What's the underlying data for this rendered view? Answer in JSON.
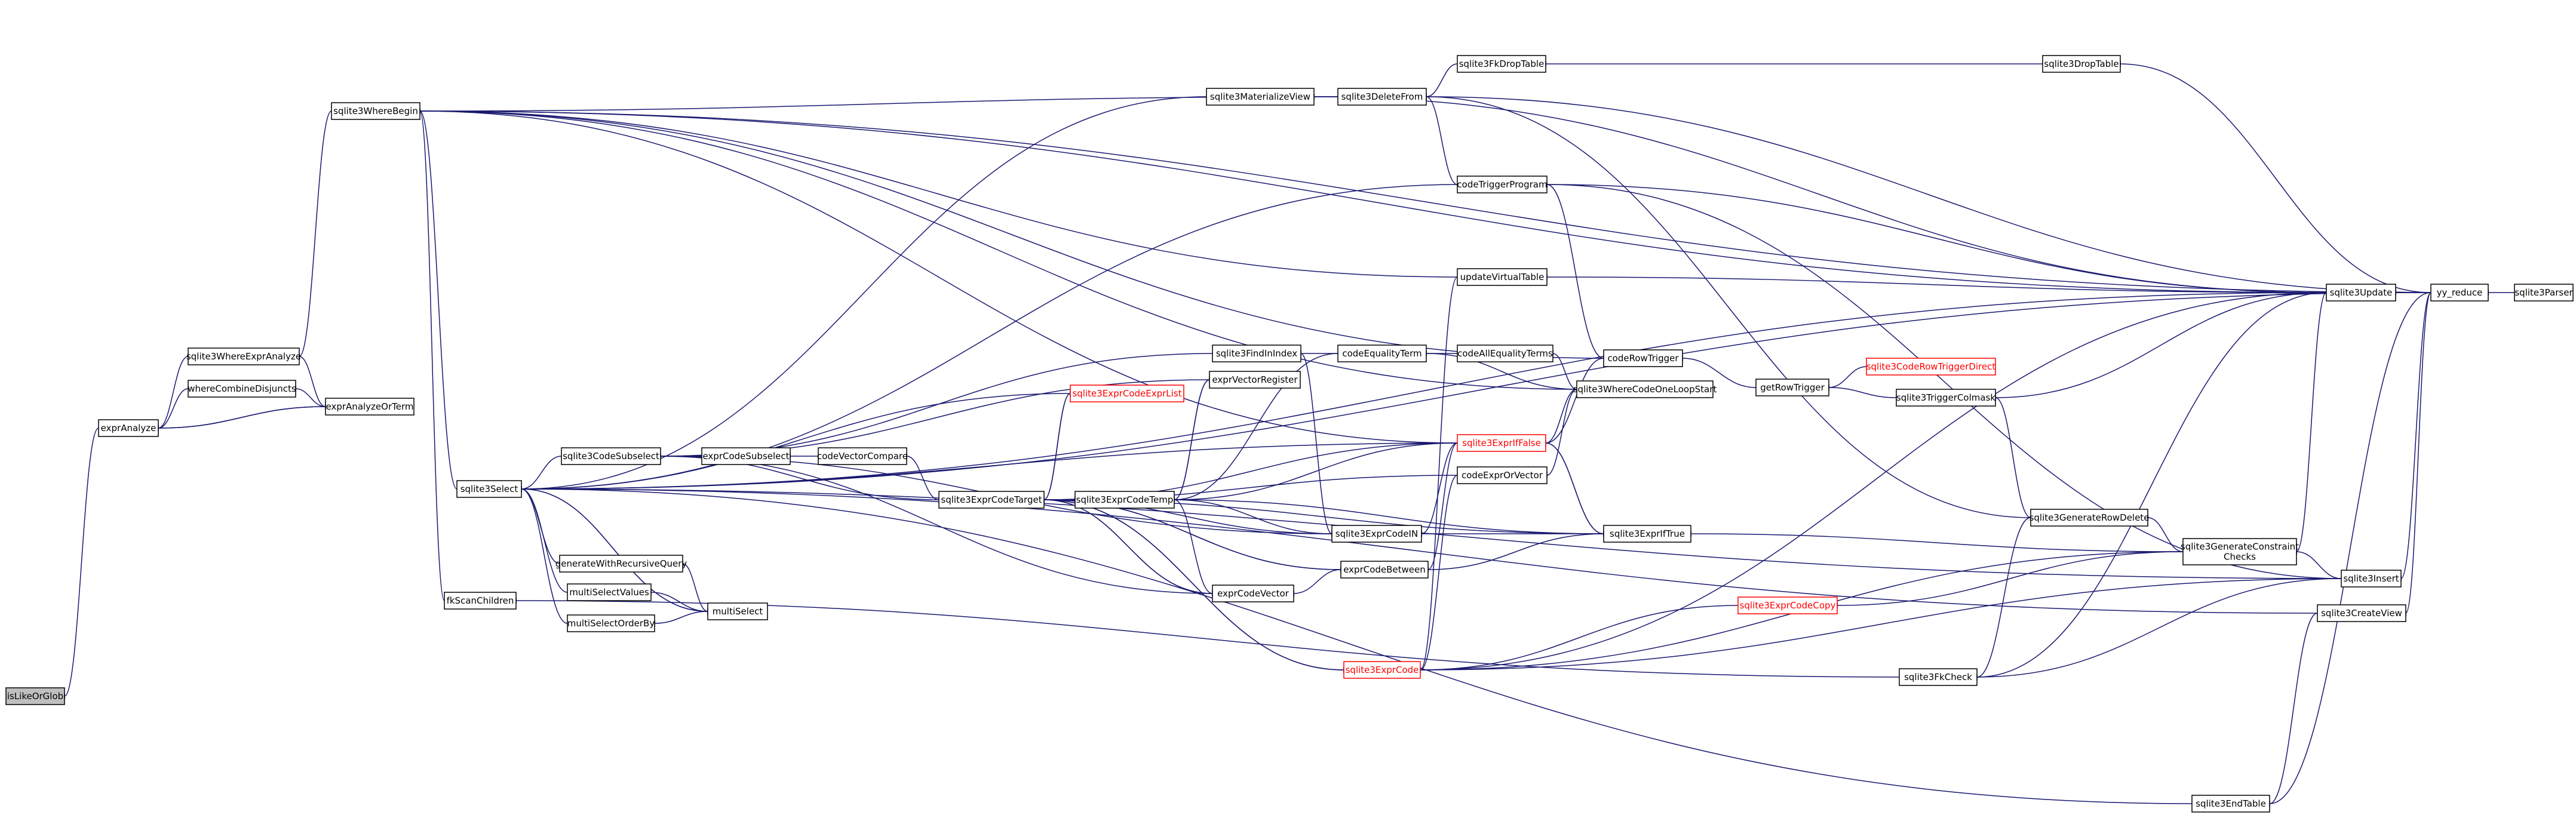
{
  "graph": {
    "title": "",
    "root": "isLikeOrGlob",
    "nodes": [
      {
        "id": "isLikeOrGlob",
        "label": "isLikeOrGlob"
      },
      {
        "id": "exprAnalyze",
        "label": "exprAnalyze"
      },
      {
        "id": "sqlite3WhereExprAnalyze",
        "label": "sqlite3WhereExprAnalyze"
      },
      {
        "id": "whereCombineDisjuncts",
        "label": "whereCombineDisjuncts"
      },
      {
        "id": "exprAnalyzeOrTerm",
        "label": "exprAnalyzeOrTerm"
      },
      {
        "id": "sqlite3WhereBegin",
        "label": "sqlite3WhereBegin"
      },
      {
        "id": "sqlite3Select",
        "label": "sqlite3Select"
      },
      {
        "id": "fkScanChildren",
        "label": "fkScanChildren"
      },
      {
        "id": "sqlite3CodeSubselect",
        "label": "sqlite3CodeSubselect"
      },
      {
        "id": "generateWithRecursiveQuery",
        "label": "generateWithRecursiveQuery"
      },
      {
        "id": "multiSelectValues",
        "label": "multiSelectValues"
      },
      {
        "id": "multiSelectOrderBy",
        "label": "multiSelectOrderBy"
      },
      {
        "id": "multiSelect",
        "label": "multiSelect"
      },
      {
        "id": "exprCodeSubselect",
        "label": "exprCodeSubselect"
      },
      {
        "id": "codeVectorCompare",
        "label": "codeVectorCompare"
      },
      {
        "id": "sqlite3ExprCodeTarget",
        "label": "sqlite3ExprCodeTarget"
      },
      {
        "id": "sqlite3ExprCodeExprList",
        "label": "sqlite3ExprCodeExprList",
        "red": true
      },
      {
        "id": "sqlite3FindInIndex",
        "label": "sqlite3FindInIndex"
      },
      {
        "id": "exprVectorRegister",
        "label": "exprVectorRegister"
      },
      {
        "id": "sqlite3ExprCodeTemp",
        "label": "sqlite3ExprCodeTemp"
      },
      {
        "id": "sqlite3ExprCodeIN",
        "label": "sqlite3ExprCodeIN"
      },
      {
        "id": "exprCodeVector",
        "label": "exprCodeVector"
      },
      {
        "id": "exprCodeBetween",
        "label": "exprCodeBetween"
      },
      {
        "id": "sqlite3ExprCode",
        "label": "sqlite3ExprCode",
        "red": true
      },
      {
        "id": "sqlite3MaterializeView",
        "label": "sqlite3MaterializeView"
      },
      {
        "id": "sqlite3DeleteFrom",
        "label": "sqlite3DeleteFrom"
      },
      {
        "id": "sqlite3FkDropTable",
        "label": "sqlite3FkDropTable"
      },
      {
        "id": "codeTriggerProgram",
        "label": "codeTriggerProgram"
      },
      {
        "id": "updateVirtualTable",
        "label": "updateVirtualTable"
      },
      {
        "id": "codeEqualityTerm",
        "label": "codeEqualityTerm"
      },
      {
        "id": "codeAllEqualityTerms",
        "label": "codeAllEqualityTerms"
      },
      {
        "id": "sqlite3ExprIfFalse",
        "label": "sqlite3ExprIfFalse",
        "red": true
      },
      {
        "id": "codeExprOrVector",
        "label": "codeExprOrVector"
      },
      {
        "id": "sqlite3ExprIfTrue",
        "label": "sqlite3ExprIfTrue"
      },
      {
        "id": "sqlite3ExprCodeCopy",
        "label": "sqlite3ExprCodeCopy",
        "red": true
      },
      {
        "id": "sqlite3FkCheck",
        "label": "sqlite3FkCheck"
      },
      {
        "id": "sqlite3EndTable",
        "label": "sqlite3EndTable"
      },
      {
        "id": "codeRowTrigger",
        "label": "codeRowTrigger"
      },
      {
        "id": "sqlite3WhereCodeOneLoopStart",
        "label": "sqlite3WhereCodeOneLoopStart"
      },
      {
        "id": "getRowTrigger",
        "label": "getRowTrigger"
      },
      {
        "id": "sqlite3CodeRowTriggerDirect",
        "label": "sqlite3CodeRowTriggerDirect",
        "red": true
      },
      {
        "id": "sqlite3TriggerColmask",
        "label": "sqlite3TriggerColmask"
      },
      {
        "id": "sqlite3GenerateRowDelete",
        "label": "sqlite3GenerateRowDelete"
      },
      {
        "id": "sqlite3GenerateConstraintChecks",
        "label": "sqlite3GenerateConstraint\nChecks"
      },
      {
        "id": "sqlite3DropTable",
        "label": "sqlite3DropTable"
      },
      {
        "id": "sqlite3Update",
        "label": "sqlite3Update"
      },
      {
        "id": "sqlite3Insert",
        "label": "sqlite3Insert"
      },
      {
        "id": "sqlite3CreateView",
        "label": "sqlite3CreateView"
      },
      {
        "id": "yy_reduce",
        "label": "yy_reduce"
      },
      {
        "id": "sqlite3Parser",
        "label": "sqlite3Parser"
      }
    ],
    "edges": [
      [
        "isLikeOrGlob",
        "exprAnalyze"
      ],
      [
        "exprAnalyze",
        "sqlite3WhereExprAnalyze"
      ],
      [
        "exprAnalyze",
        "whereCombineDisjuncts"
      ],
      [
        "exprAnalyze",
        "exprAnalyzeOrTerm"
      ],
      [
        "whereCombineDisjuncts",
        "exprAnalyzeOrTerm"
      ],
      [
        "exprAnalyzeOrTerm",
        "exprAnalyze"
      ],
      [
        "exprAnalyzeOrTerm",
        "sqlite3WhereExprAnalyze"
      ],
      [
        "sqlite3WhereExprAnalyze",
        "sqlite3WhereBegin"
      ],
      [
        "sqlite3WhereBegin",
        "sqlite3Select"
      ],
      [
        "sqlite3WhereBegin",
        "fkScanChildren"
      ],
      [
        "sqlite3WhereBegin",
        "sqlite3DeleteFrom"
      ],
      [
        "sqlite3WhereBegin",
        "updateVirtualTable"
      ],
      [
        "sqlite3WhereBegin",
        "sqlite3WhereCodeOneLoopStart"
      ],
      [
        "sqlite3WhereBegin",
        "sqlite3Update"
      ],
      [
        "sqlite3WhereBegin",
        "codeRowTrigger"
      ],
      [
        "sqlite3WhereBegin",
        "yy_reduce"
      ],
      [
        "sqlite3WhereBegin",
        "sqlite3ExprIfFalse"
      ],
      [
        "sqlite3Select",
        "sqlite3CodeSubselect"
      ],
      [
        "sqlite3Select",
        "generateWithRecursiveQuery"
      ],
      [
        "sqlite3Select",
        "multiSelectValues"
      ],
      [
        "sqlite3Select",
        "multiSelectOrderBy"
      ],
      [
        "sqlite3Select",
        "multiSelect"
      ],
      [
        "sqlite3Select",
        "sqlite3MaterializeView"
      ],
      [
        "sqlite3Select",
        "codeTriggerProgram"
      ],
      [
        "sqlite3Select",
        "sqlite3ExprIfFalse"
      ],
      [
        "sqlite3Select",
        "sqlite3Update"
      ],
      [
        "sqlite3Select",
        "sqlite3Insert"
      ],
      [
        "sqlite3Select",
        "sqlite3CreateView"
      ],
      [
        "sqlite3Select",
        "sqlite3EndTable"
      ],
      [
        "sqlite3Select",
        "yy_reduce"
      ],
      [
        "sqlite3Select",
        "sqlite3ExprCodeExprList"
      ],
      [
        "fkScanChildren",
        "sqlite3FkCheck"
      ],
      [
        "generateWithRecursiveQuery",
        "multiSelect"
      ],
      [
        "multiSelectValues",
        "multiSelect"
      ],
      [
        "multiSelectOrderBy",
        "multiSelect"
      ],
      [
        "multiSelect",
        "sqlite3Select"
      ],
      [
        "sqlite3CodeSubselect",
        "exprCodeSubselect"
      ],
      [
        "sqlite3CodeSubselect",
        "sqlite3ExprCodeTarget"
      ],
      [
        "sqlite3CodeSubselect",
        "sqlite3FindInIndex"
      ],
      [
        "sqlite3CodeSubselect",
        "exprVectorRegister"
      ],
      [
        "sqlite3CodeSubselect",
        "exprCodeVector"
      ],
      [
        "sqlite3CodeSubselect",
        "sqlite3ExprCodeIN"
      ],
      [
        "exprCodeSubselect",
        "codeVectorCompare"
      ],
      [
        "codeVectorCompare",
        "sqlite3ExprCodeTarget"
      ],
      [
        "sqlite3ExprCodeTarget",
        "sqlite3ExprCodeTemp"
      ],
      [
        "sqlite3ExprCodeTarget",
        "sqlite3ExprCode"
      ],
      [
        "sqlite3ExprCodeTarget",
        "sqlite3ExprCodeExprList"
      ],
      [
        "sqlite3ExprCodeTarget",
        "exprCodeVector"
      ],
      [
        "sqlite3ExprCodeTarget",
        "exprCodeBetween"
      ],
      [
        "sqlite3ExprCodeTarget",
        "sqlite3ExprIfFalse"
      ],
      [
        "sqlite3ExprCodeTarget",
        "sqlite3ExprIfTrue"
      ],
      [
        "sqlite3ExprCodeTarget",
        "codeExprOrVector"
      ],
      [
        "sqlite3ExprCodeExprList",
        "sqlite3ExprCodeTarget"
      ],
      [
        "sqlite3ExprCodeTemp",
        "sqlite3ExprCodeTarget"
      ],
      [
        "sqlite3ExprCodeTemp",
        "exprVectorRegister"
      ],
      [
        "sqlite3ExprCodeTemp",
        "sqlite3ExprCodeIN"
      ],
      [
        "sqlite3ExprCodeTemp",
        "exprCodeVector"
      ],
      [
        "sqlite3ExprCodeTemp",
        "sqlite3ExprIfFalse"
      ],
      [
        "sqlite3ExprCodeTemp",
        "sqlite3ExprIfTrue"
      ],
      [
        "sqlite3ExprCodeTemp",
        "codeEqualityTerm"
      ],
      [
        "sqlite3FindInIndex",
        "codeEqualityTerm"
      ],
      [
        "sqlite3FindInIndex",
        "sqlite3ExprCodeIN"
      ],
      [
        "exprVectorRegister",
        "sqlite3ExprCodeTemp"
      ],
      [
        "sqlite3ExprCodeIN",
        "sqlite3ExprCodeTarget"
      ],
      [
        "sqlite3ExprCodeIN",
        "sqlite3ExprIfFalse"
      ],
      [
        "sqlite3ExprCodeIN",
        "sqlite3ExprIfTrue"
      ],
      [
        "exprCodeVector",
        "sqlite3ExprCodeTarget"
      ],
      [
        "exprCodeVector",
        "exprCodeBetween"
      ],
      [
        "exprCodeBetween",
        "sqlite3ExprCodeTarget"
      ],
      [
        "exprCodeBetween",
        "sqlite3ExprIfFalse"
      ],
      [
        "exprCodeBetween",
        "sqlite3ExprIfTrue"
      ],
      [
        "sqlite3ExprCode",
        "sqlite3ExprCodeTarget"
      ],
      [
        "sqlite3ExprCode",
        "sqlite3ExprCodeCopy"
      ],
      [
        "sqlite3ExprCode",
        "sqlite3GenerateConstraintChecks"
      ],
      [
        "sqlite3ExprCode",
        "sqlite3Update"
      ],
      [
        "sqlite3ExprCode",
        "sqlite3Insert"
      ],
      [
        "sqlite3ExprCode",
        "codeExprOrVector"
      ],
      [
        "sqlite3ExprCode",
        "updateVirtualTable"
      ],
      [
        "sqlite3MaterializeView",
        "sqlite3DeleteFrom"
      ],
      [
        "sqlite3MaterializeView",
        "sqlite3Update"
      ],
      [
        "sqlite3DeleteFrom",
        "sqlite3FkDropTable"
      ],
      [
        "sqlite3DeleteFrom",
        "codeTriggerProgram"
      ],
      [
        "sqlite3DeleteFrom",
        "yy_reduce"
      ],
      [
        "sqlite3DeleteFrom",
        "sqlite3GenerateRowDelete"
      ],
      [
        "sqlite3FkDropTable",
        "sqlite3DropTable"
      ],
      [
        "codeTriggerProgram",
        "codeRowTrigger"
      ],
      [
        "codeTriggerProgram",
        "sqlite3Update"
      ],
      [
        "codeTriggerProgram",
        "sqlite3Insert"
      ],
      [
        "updateVirtualTable",
        "sqlite3Update"
      ],
      [
        "codeEqualityTerm",
        "codeAllEqualityTerms"
      ],
      [
        "codeEqualityTerm",
        "sqlite3WhereCodeOneLoopStart"
      ],
      [
        "codeAllEqualityTerms",
        "sqlite3WhereCodeOneLoopStart"
      ],
      [
        "sqlite3ExprIfFalse",
        "sqlite3ExprIfTrue"
      ],
      [
        "sqlite3ExprIfFalse",
        "sqlite3WhereCodeOneLoopStart"
      ],
      [
        "sqlite3ExprIfFalse",
        "codeRowTrigger"
      ],
      [
        "sqlite3ExprIfTrue",
        "sqlite3ExprIfFalse"
      ],
      [
        "sqlite3ExprIfTrue",
        "sqlite3GenerateConstraintChecks"
      ],
      [
        "codeExprOrVector",
        "sqlite3WhereCodeOneLoopStart"
      ],
      [
        "sqlite3ExprCodeCopy",
        "sqlite3GenerateConstraintChecks"
      ],
      [
        "codeRowTrigger",
        "getRowTrigger"
      ],
      [
        "getRowTrigger",
        "sqlite3CodeRowTriggerDirect"
      ],
      [
        "getRowTrigger",
        "sqlite3TriggerColmask"
      ],
      [
        "sqlite3TriggerColmask",
        "sqlite3GenerateRowDelete"
      ],
      [
        "sqlite3TriggerColmask",
        "sqlite3Update"
      ],
      [
        "sqlite3GenerateRowDelete",
        "sqlite3GenerateConstraintChecks"
      ],
      [
        "sqlite3FkCheck",
        "sqlite3GenerateRowDelete"
      ],
      [
        "sqlite3FkCheck",
        "sqlite3Update"
      ],
      [
        "sqlite3FkCheck",
        "sqlite3Insert"
      ],
      [
        "sqlite3GenerateConstraintChecks",
        "sqlite3Update"
      ],
      [
        "sqlite3GenerateConstraintChecks",
        "sqlite3Insert"
      ],
      [
        "sqlite3EndTable",
        "sqlite3CreateView"
      ],
      [
        "sqlite3EndTable",
        "yy_reduce"
      ],
      [
        "sqlite3DropTable",
        "yy_reduce"
      ],
      [
        "sqlite3Update",
        "yy_reduce"
      ],
      [
        "sqlite3Insert",
        "yy_reduce"
      ],
      [
        "sqlite3CreateView",
        "yy_reduce"
      ],
      [
        "yy_reduce",
        "sqlite3Parser"
      ]
    ]
  }
}
